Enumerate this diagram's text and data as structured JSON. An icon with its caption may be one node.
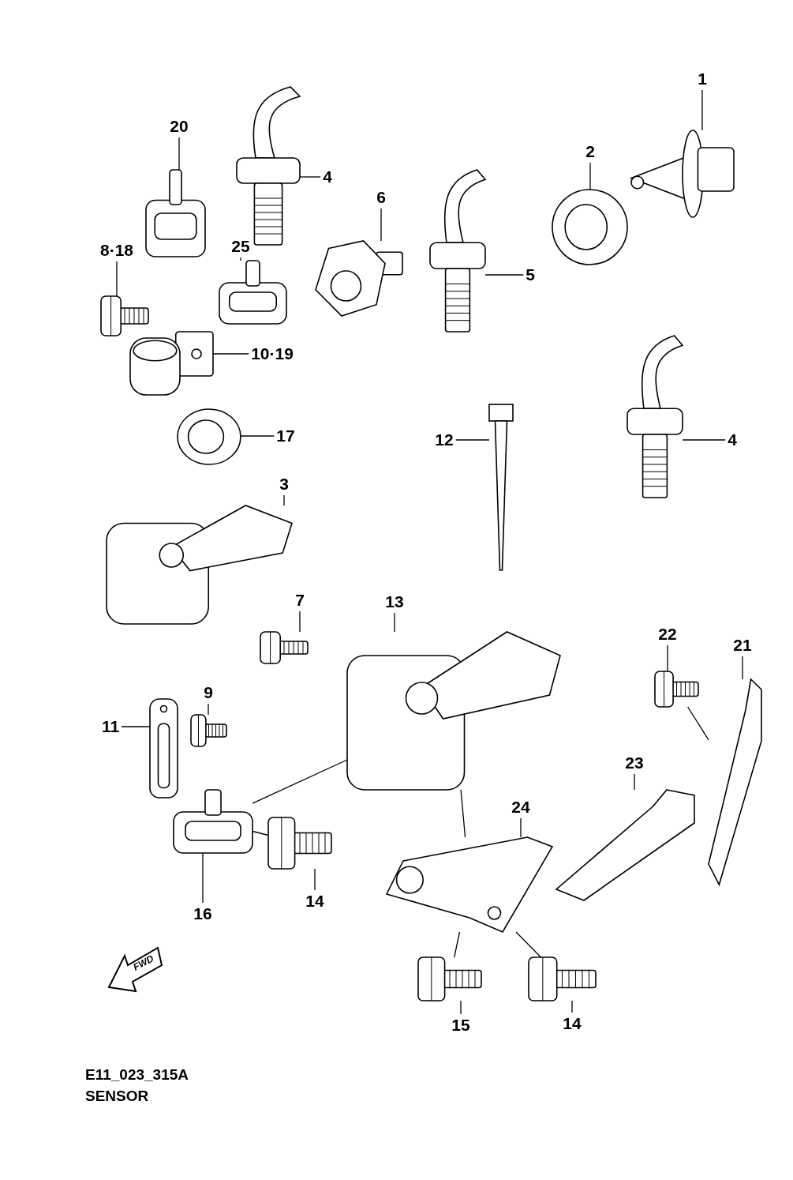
{
  "diagram": {
    "nodes": [
      {
        "text": [
          "1"
        ]
      },
      {
        "text": [],
        "shape": "picture"
      },
      {
        "text": [
          "20"
        ]
      },
      {
        "text": [],
        "shape": "picture"
      },
      {
        "text": [
          "4"
        ]
      },
      {
        "text": [],
        "shape": "picture"
      },
      {
        "text": [
          "2"
        ]
      },
      {
        "text": [],
        "shape": "picture"
      },
      {
        "text": [
          "6"
        ]
      },
      {
        "text": [],
        "shape": "picture"
      },
      {
        "text": [
          "8·18"
        ]
      },
      {
        "text": [],
        "shape": "picture"
      },
      {
        "text": [
          "25"
        ]
      },
      {
        "text": [],
        "shape": "picture"
      },
      {
        "text": [
          "5"
        ]
      },
      {
        "text": [],
        "shape": "picture"
      },
      {
        "text": [
          "10·19"
        ]
      },
      {
        "text": [],
        "shape": "picture"
      },
      {
        "text": [
          "17"
        ]
      },
      {
        "text": [],
        "shape": "picture"
      },
      {
        "text": [
          "12"
        ]
      },
      {
        "text": [],
        "shape": "picture"
      },
      {
        "text": [
          "4"
        ]
      },
      {
        "text": [],
        "shape": "picture"
      },
      {
        "text": [
          "3"
        ]
      },
      {
        "text": [],
        "shape": "picture"
      },
      {
        "text": [
          "7"
        ]
      },
      {
        "text": [],
        "shape": "picture"
      },
      {
        "text": [
          "13"
        ]
      },
      {
        "text": [],
        "shape": "picture"
      },
      {
        "text": [
          "22"
        ]
      },
      {
        "text": [],
        "shape": "picture"
      },
      {
        "text": [
          "21"
        ]
      },
      {
        "text": [],
        "shape": "picture"
      },
      {
        "text": [
          "9"
        ]
      },
      {
        "text": [],
        "shape": "picture"
      },
      {
        "text": [
          "11"
        ]
      },
      {
        "text": [],
        "shape": "picture"
      },
      {
        "text": [
          "23"
        ]
      },
      {
        "text": [],
        "shape": "picture"
      },
      {
        "text": [
          "24"
        ]
      },
      {
        "text": [],
        "shape": "picture"
      },
      {
        "text": [
          "16"
        ]
      },
      {
        "text": [],
        "shape": "picture"
      },
      {
        "text": [
          "14"
        ]
      },
      {
        "text": [],
        "shape": "picture"
      },
      {
        "text": [
          "15"
        ]
      },
      {
        "text": [],
        "shape": "picture"
      },
      {
        "text": [
          "14"
        ]
      },
      {
        "text": [],
        "shape": "picture"
      }
    ],
    "edges": [
      {
        "from": 0,
        "to": 1,
        "arrow": "none"
      },
      {
        "from": 2,
        "to": 3,
        "arrow": "none"
      },
      {
        "from": 4,
        "to": 5,
        "arrow": "none"
      },
      {
        "from": 6,
        "to": 7,
        "arrow": "none"
      },
      {
        "from": 8,
        "to": 9,
        "arrow": "none"
      },
      {
        "from": 10,
        "to": 11,
        "arrow": "none"
      },
      {
        "from": 12,
        "to": 13,
        "arrow": "none"
      },
      {
        "from": 14,
        "to": 15,
        "arrow": "none"
      },
      {
        "from": 16,
        "to": 17,
        "arrow": "none"
      },
      {
        "from": 18,
        "to": 19,
        "arrow": "none"
      },
      {
        "from": 20,
        "to": 21,
        "arrow": "none"
      },
      {
        "from": 22,
        "to": 23,
        "arrow": "none"
      },
      {
        "from": 24,
        "to": 25,
        "arrow": "none"
      },
      {
        "from": 26,
        "to": 27,
        "arrow": "none"
      },
      {
        "from": 28,
        "to": 29,
        "arrow": "none"
      },
      {
        "from": 30,
        "to": 31,
        "arrow": "none"
      },
      {
        "from": 32,
        "to": 33,
        "arrow": "none"
      },
      {
        "from": 34,
        "to": 35,
        "arrow": "none"
      },
      {
        "from": 36,
        "to": 37,
        "arrow": "none"
      },
      {
        "from": 38,
        "to": 39,
        "arrow": "none"
      },
      {
        "from": 40,
        "to": 41,
        "arrow": "none"
      },
      {
        "from": 42,
        "to": 43,
        "arrow": "none"
      },
      {
        "from": 44,
        "to": 45,
        "arrow": "none"
      },
      {
        "from": 46,
        "to": 47,
        "arrow": "none"
      },
      {
        "from": 48,
        "to": 49,
        "arrow": "none"
      },
      {
        "from": 29,
        "to": 43,
        "arrow": "none"
      },
      {
        "from": 43,
        "to": 45,
        "arrow": "none"
      },
      {
        "from": 29,
        "to": 41,
        "arrow": "none"
      },
      {
        "from": 41,
        "to": 47,
        "arrow": "none"
      },
      {
        "from": 41,
        "to": 49,
        "arrow": "none"
      },
      {
        "from": 31,
        "to": 33,
        "arrow": "none"
      }
    ],
    "labels": [
      "FWD",
      "E11_023_315A",
      "SENSOR"
    ]
  }
}
